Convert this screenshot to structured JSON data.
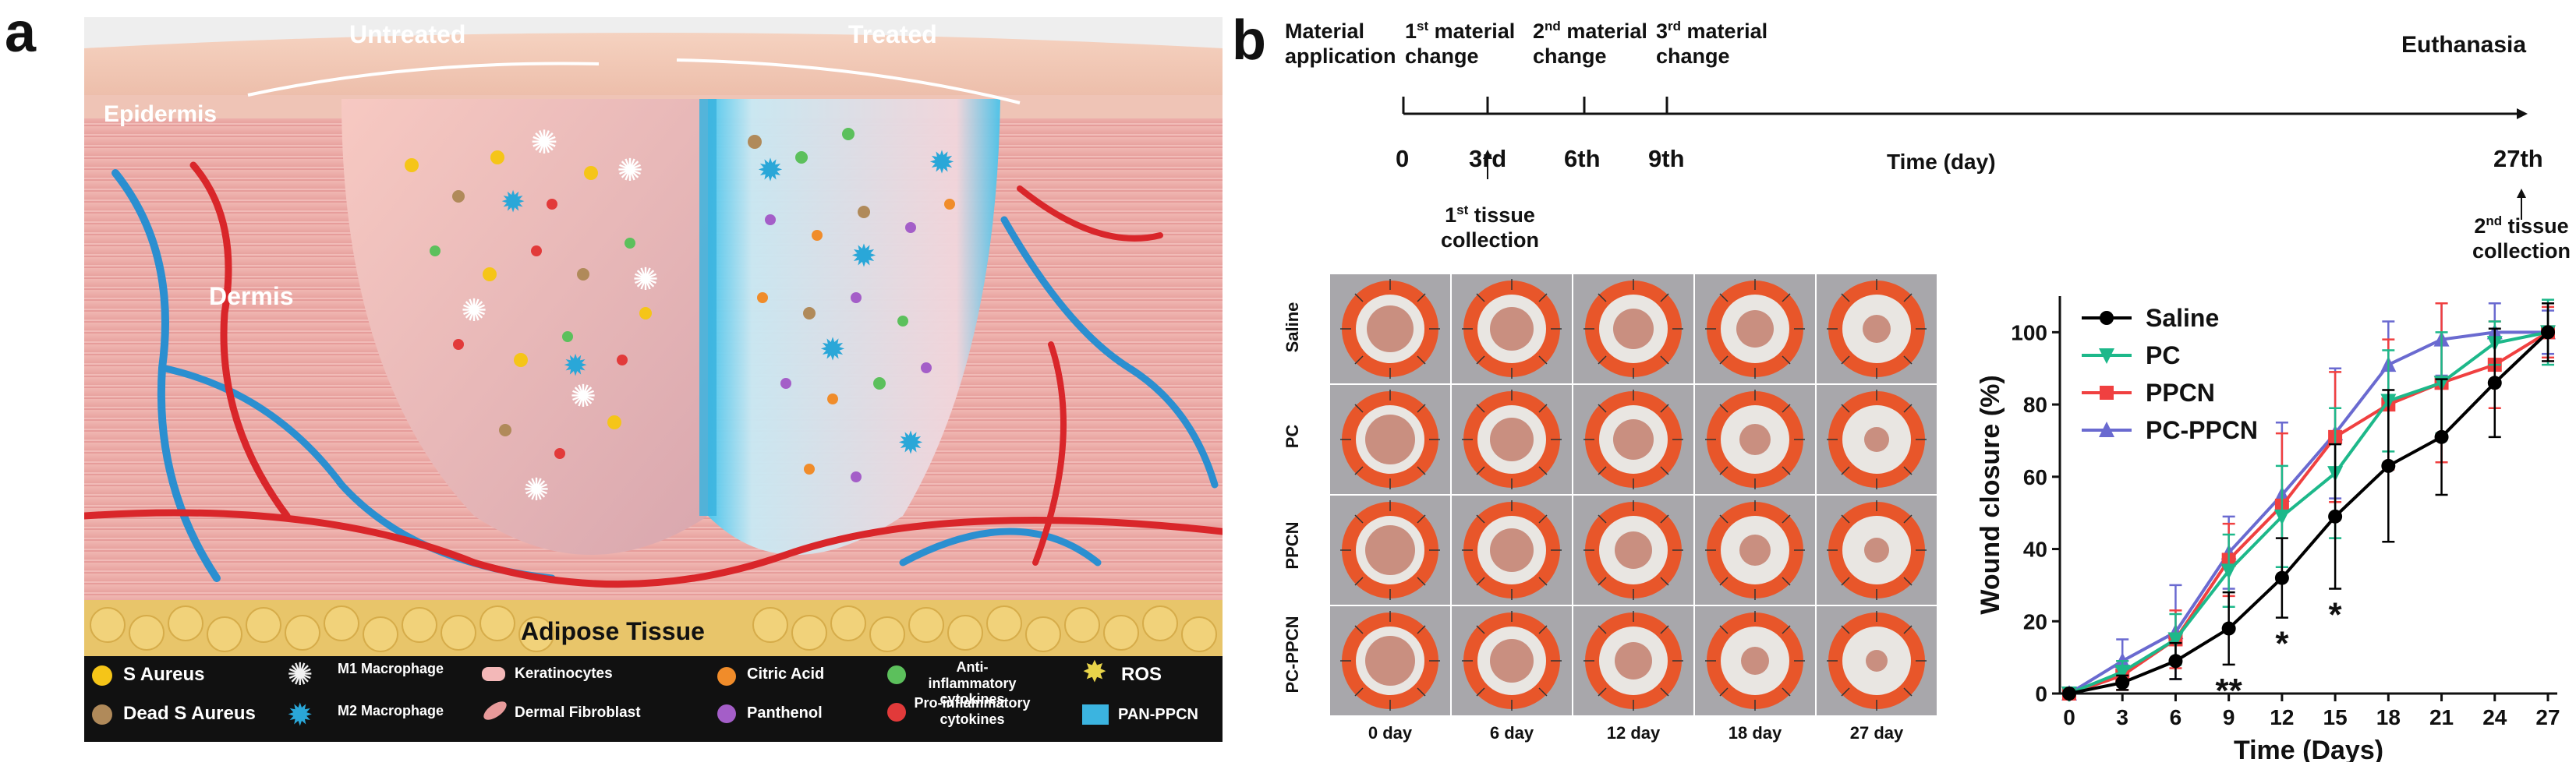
{
  "panel_a": {
    "letter": "a",
    "labels": {
      "untreated": "Untreated",
      "treated": "Treated",
      "epidermis": "Epidermis",
      "dermis": "Dermis",
      "adipose": "Adipose Tissue"
    },
    "legend": [
      {
        "icon": "s-aureus-dot",
        "label": "S Aureus",
        "color": "#f5c518"
      },
      {
        "icon": "dead-s-aureus-dot",
        "label": "Dead S Aureus",
        "color": "#b08a5a"
      },
      {
        "icon": "m1-macrophage-icon",
        "label": "M1 Macrophage",
        "color": "#f2f2f2"
      },
      {
        "icon": "m2-macrophage-icon",
        "label": "M2 Macrophage",
        "color": "#2aa7d8"
      },
      {
        "icon": "keratinocyte-icon",
        "label": "Keratinocytes",
        "color": "#f3b8b8"
      },
      {
        "icon": "dermal-fibroblast-icon",
        "label": "Dermal Fibroblast",
        "color": "#e79a9a"
      },
      {
        "icon": "citric-acid-dot",
        "label": "Citric Acid",
        "color": "#f08c2a"
      },
      {
        "icon": "panthenol-dot",
        "label": "Panthenol",
        "color": "#a45ec8"
      },
      {
        "icon": "anti-inflammatory-dot",
        "label": "Anti-inflammatory cytokines",
        "color": "#5cc05c"
      },
      {
        "icon": "pro-inflammatory-dot",
        "label": "Pro-inflammatory cytokines",
        "color": "#e23a3a"
      },
      {
        "icon": "ros-icon",
        "label": "ROS",
        "color": "#e8d44a"
      },
      {
        "icon": "pan-ppcn-swatch",
        "label": "PAN-PPCN",
        "color": "#3bb4e0"
      }
    ]
  },
  "panel_b": {
    "letter": "b",
    "timeline": {
      "events_top": [
        {
          "line1": "Material",
          "line2": "application"
        },
        {
          "line1": "1",
          "sup": "st",
          "line1_rest": " material",
          "line2": "change"
        },
        {
          "line1": "2",
          "sup": "nd",
          "line1_rest": " material",
          "line2": "change"
        },
        {
          "line1": "3",
          "sup": "rd",
          "line1_rest": " material",
          "line2": "change"
        },
        {
          "line1": "Euthanasia",
          "line2": ""
        }
      ],
      "ticks": [
        "0",
        "3rd",
        "6th",
        "9th",
        "27th"
      ],
      "axis_label": "Time (day)",
      "collection_1": {
        "num": "1",
        "sup": "st",
        "rest": " tissue",
        "line2": "collection"
      },
      "collection_2": {
        "num": "2",
        "sup": "nd",
        "rest": " tissue",
        "line2": "collection"
      }
    },
    "photo_grid": {
      "rows": [
        "Saline",
        "PC",
        "PPCN",
        "PC-PPCN"
      ],
      "columns": [
        "0 day",
        "6 day",
        "12 day",
        "18 day",
        "27 day"
      ]
    }
  },
  "chart_data": {
    "type": "line",
    "xlabel": "Time (Days)",
    "ylabel": "Wound closure (%)",
    "x": [
      0,
      3,
      6,
      9,
      12,
      15,
      18,
      21,
      24,
      27
    ],
    "xticks": [
      "0",
      "3",
      "6",
      "9",
      "12",
      "15",
      "18",
      "21",
      "24",
      "27"
    ],
    "yticks": [
      "0",
      "20",
      "40",
      "60",
      "80",
      "100"
    ],
    "xlim": [
      0,
      27
    ],
    "ylim": [
      0,
      110
    ],
    "legend_position": "top-left",
    "series": [
      {
        "name": "Saline",
        "color": "#000000",
        "marker": "circle",
        "values": [
          0,
          3,
          9,
          18,
          32,
          49,
          63,
          71,
          86,
          100
        ],
        "errors": [
          0,
          2,
          5,
          10,
          11,
          20,
          21,
          16,
          15,
          8
        ]
      },
      {
        "name": "PC",
        "color": "#1db88a",
        "marker": "triangle-down",
        "values": [
          0,
          6,
          15,
          34,
          49,
          61,
          81,
          86,
          97,
          100
        ],
        "errors": [
          0,
          3,
          7,
          10,
          14,
          18,
          14,
          14,
          6,
          9
        ]
      },
      {
        "name": "PPCN",
        "color": "#f04040",
        "marker": "square",
        "values": [
          0,
          5,
          15,
          37,
          52,
          71,
          80,
          86,
          91,
          100
        ],
        "errors": [
          0,
          4,
          8,
          10,
          20,
          18,
          18,
          22,
          12,
          7
        ]
      },
      {
        "name": "PC-PPCN",
        "color": "#6a6ad0",
        "marker": "triangle-up",
        "values": [
          0,
          9,
          17,
          39,
          55,
          72,
          91,
          98,
          100,
          100
        ],
        "errors": [
          0,
          6,
          13,
          10,
          20,
          18,
          12,
          10,
          8,
          6
        ]
      }
    ],
    "annotations": [
      {
        "x": 9,
        "text": "**"
      },
      {
        "x": 12,
        "text": "*"
      },
      {
        "x": 15,
        "text": "*"
      }
    ]
  }
}
